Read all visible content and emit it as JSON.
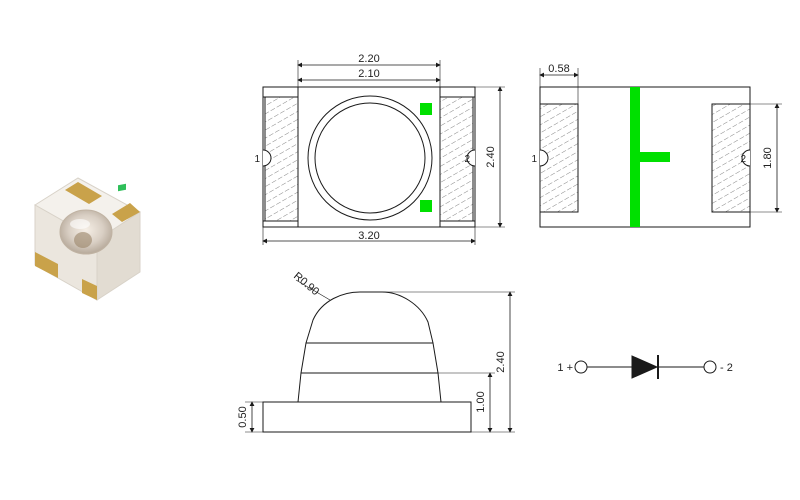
{
  "colors": {
    "line": "#1a1a1a",
    "marker": "#00e000",
    "hatch": "#555555",
    "photo_pad": "#c8a24a",
    "photo_body": "#f2efe8"
  },
  "top_view": {
    "width_outer": "2.20",
    "width_inner": "2.10",
    "height": "2.40",
    "length": "3.20",
    "pin1": "1",
    "pin2": "2"
  },
  "bottom_view": {
    "pad_width": "0.58",
    "pad_height": "1.80",
    "pin1": "1",
    "pin2": "2"
  },
  "side_view": {
    "radius": "R0.90",
    "total_height": "2.40",
    "body_height": "1.00",
    "base_height": "0.50"
  },
  "schematic": {
    "anode_label": "1 +",
    "cathode_label": "- 2"
  },
  "icons": [
    "led-photo",
    "diode-symbol"
  ]
}
